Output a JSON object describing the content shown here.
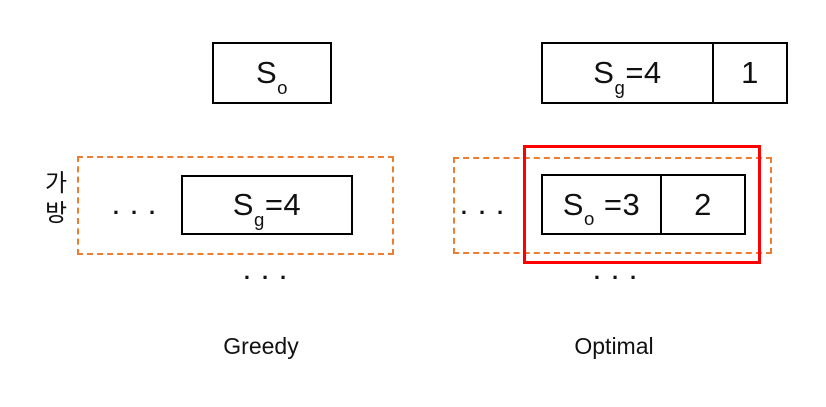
{
  "colors": {
    "accent_orange": "#ED7D31",
    "accent_red": "#FF0000",
    "box_border": "#000000",
    "text": "#111111"
  },
  "greedy": {
    "caption": "Greedy",
    "top_box": {
      "base": "S",
      "sub": "o"
    },
    "bag_label_lines": [
      "가",
      "방"
    ],
    "ellipsis_inside": "...",
    "inner_box": {
      "base": "S",
      "sub": "g",
      "rest": "=4"
    },
    "ellipsis_below": "..."
  },
  "optimal": {
    "caption": "Optimal",
    "top_box": {
      "cell1": {
        "base": "S",
        "sub": "g",
        "rest": "=4"
      },
      "cell2": "1"
    },
    "ellipsis_inside": "...",
    "inner_box": {
      "cell1": {
        "base": "S",
        "sub": "o",
        "rest": " =3"
      },
      "cell2": "2"
    },
    "ellipsis_below": "..."
  }
}
